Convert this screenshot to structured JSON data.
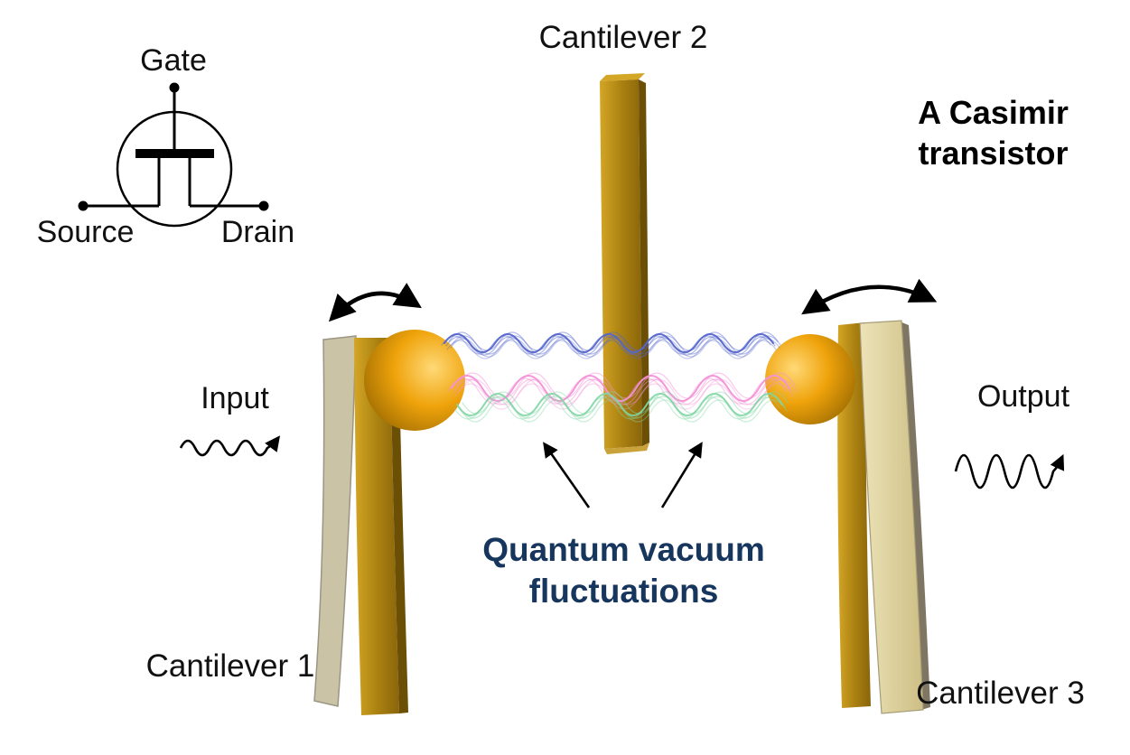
{
  "title": "A Casimir transistor",
  "transistor_symbol": {
    "gate_label": "Gate",
    "source_label": "Source",
    "drain_label": "Drain"
  },
  "labels": {
    "cantilever1": "Cantilever 1",
    "cantilever2": "Cantilever 2",
    "cantilever3": "Cantilever 3",
    "input": "Input",
    "output": "Output",
    "fluctuations": "Quantum vacuum fluctuations"
  },
  "colors": {
    "gold_bar": "#A87F10",
    "gold_bar_light": "#D4A625",
    "gold_bar_dark": "#6B4F05",
    "pale_bar": "#D9CD9B",
    "ghost_bar": "#CBC3A6",
    "sphere_highlight": "#FFD977",
    "sphere_mid": "#EFA30B",
    "sphere_dark": "#8F6200",
    "wave_blue": "#5566cc",
    "wave_pink": "#f591d8",
    "wave_green": "#7fd6a4",
    "fluctuations_text": "#17365D"
  }
}
